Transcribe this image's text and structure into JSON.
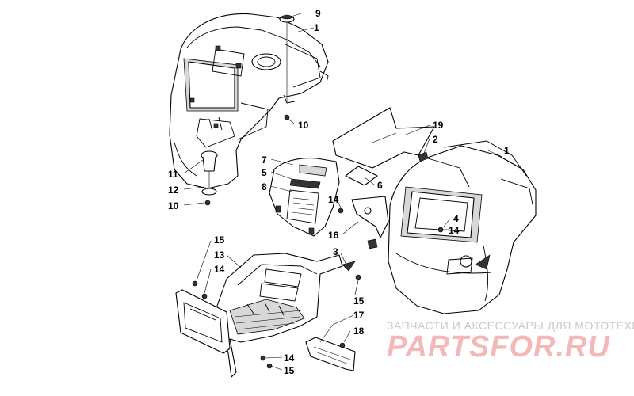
{
  "callouts": [
    {
      "id": "c9",
      "label": "9"
    },
    {
      "id": "c1a",
      "label": "1"
    },
    {
      "id": "c10a",
      "label": "10"
    },
    {
      "id": "c11",
      "label": "11"
    },
    {
      "id": "c12",
      "label": "12"
    },
    {
      "id": "c10b",
      "label": "10"
    },
    {
      "id": "c7",
      "label": "7"
    },
    {
      "id": "c5",
      "label": "5"
    },
    {
      "id": "c8",
      "label": "8"
    },
    {
      "id": "c6",
      "label": "6"
    },
    {
      "id": "c19",
      "label": "19"
    },
    {
      "id": "c2",
      "label": "2"
    },
    {
      "id": "c1b",
      "label": "1"
    },
    {
      "id": "c14a",
      "label": "14"
    },
    {
      "id": "c16",
      "label": "16"
    },
    {
      "id": "c4",
      "label": "4"
    },
    {
      "id": "c14b",
      "label": "14"
    },
    {
      "id": "c15a",
      "label": "15"
    },
    {
      "id": "c13",
      "label": "13"
    },
    {
      "id": "c14c",
      "label": "14"
    },
    {
      "id": "c3",
      "label": "3"
    },
    {
      "id": "c15b",
      "label": "15"
    },
    {
      "id": "c17",
      "label": "17"
    },
    {
      "id": "c18",
      "label": "18"
    },
    {
      "id": "c14d",
      "label": "14"
    },
    {
      "id": "c15c",
      "label": "15"
    }
  ],
  "watermark": {
    "subtitle": "ЗАПЧАСТИ И АКСЕССУАРЫ ДЛЯ МОТОТЕХНИКИ",
    "brand": "PARTSFOR.RU"
  }
}
